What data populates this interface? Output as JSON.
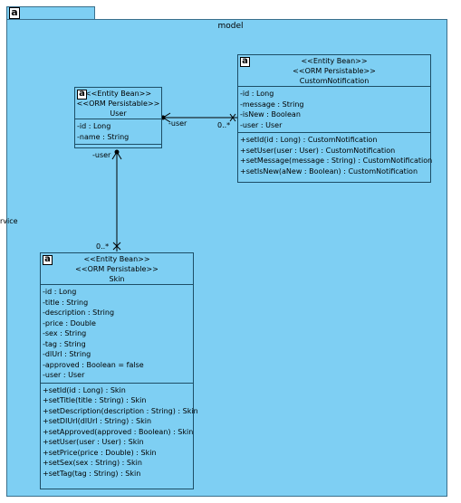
{
  "package": {
    "icon": "a",
    "name": "model",
    "side_label": "rvice"
  },
  "classes": {
    "user": {
      "icon": "a",
      "stereotype1": "<<Entity Bean>>",
      "stereotype2": "<<ORM Persistable>>",
      "name": "User",
      "attributes": [
        "-id : Long",
        "-name : String"
      ],
      "operations": []
    },
    "custom_notification": {
      "icon": "a",
      "stereotype1": "<<Entity Bean>>",
      "stereotype2": "<<ORM Persistable>>",
      "name": "CustomNotification",
      "attributes": [
        "-id : Long",
        "-message : String",
        "-isNew : Boolean",
        "-user : User"
      ],
      "operations": [
        "+setId(id : Long) : CustomNotification",
        "+setUser(user : User) : CustomNotification",
        "+setMessage(message : String) : CustomNotification",
        "+setIsNew(aNew : Boolean) : CustomNotification"
      ]
    },
    "skin": {
      "icon": "a",
      "stereotype1": "<<Entity Bean>>",
      "stereotype2": "<<ORM Persistable>>",
      "name": "Skin",
      "attributes": [
        "-id : Long",
        "-title : String",
        "-description : String",
        "-price : Double",
        "-sex : String",
        "-tag : String",
        "-dlUrl : String",
        "-approved : Boolean = false",
        "-user : User"
      ],
      "operations": [
        "+setId(id : Long) : Skin",
        "+setTitle(title : String) : Skin",
        "+setDescription(description : String) : Skin",
        "+setDlUrl(dlUrl : String) : Skin",
        "+setApproved(approved : Boolean) : Skin",
        "+setUser(user : User) : Skin",
        "+setPrice(price : Double) : Skin",
        "+setSex(sex : String) : Skin",
        "+setTag(tag : String) : Skin"
      ]
    }
  },
  "associations": {
    "notification_user": {
      "role": "-user",
      "multiplicity": "0..*"
    },
    "skin_user": {
      "role": "-user",
      "multiplicity": "0..*"
    }
  }
}
